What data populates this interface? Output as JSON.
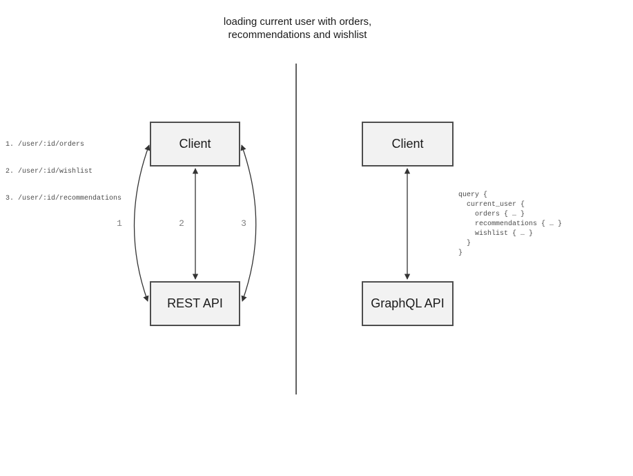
{
  "title": {
    "line1": "loading current user with orders,",
    "line2": "recommendations and wishlist"
  },
  "rest_side": {
    "endpoints": [
      "1. /user/:id/orders",
      "2. /user/:id/wishlist",
      "3. /user/:id/recommendations"
    ],
    "client_label": "Client",
    "api_label": "REST API",
    "request_labels": [
      "1",
      "2",
      "3"
    ]
  },
  "graphql_side": {
    "client_label": "Client",
    "api_label": "GraphQL API",
    "query": "query {\n  current_user {\n    orders { … }\n    recommendations { … }\n    wishlist { … }\n  }\n}"
  },
  "colors": {
    "box_fill": "#f2f2f2",
    "box_border": "#4d4d4d",
    "arrow": "#333333",
    "divider": "#5f5f5f",
    "code_text": "#4a4a4a",
    "num_gray": "#808080",
    "text_dark": "#1a1a1a"
  }
}
